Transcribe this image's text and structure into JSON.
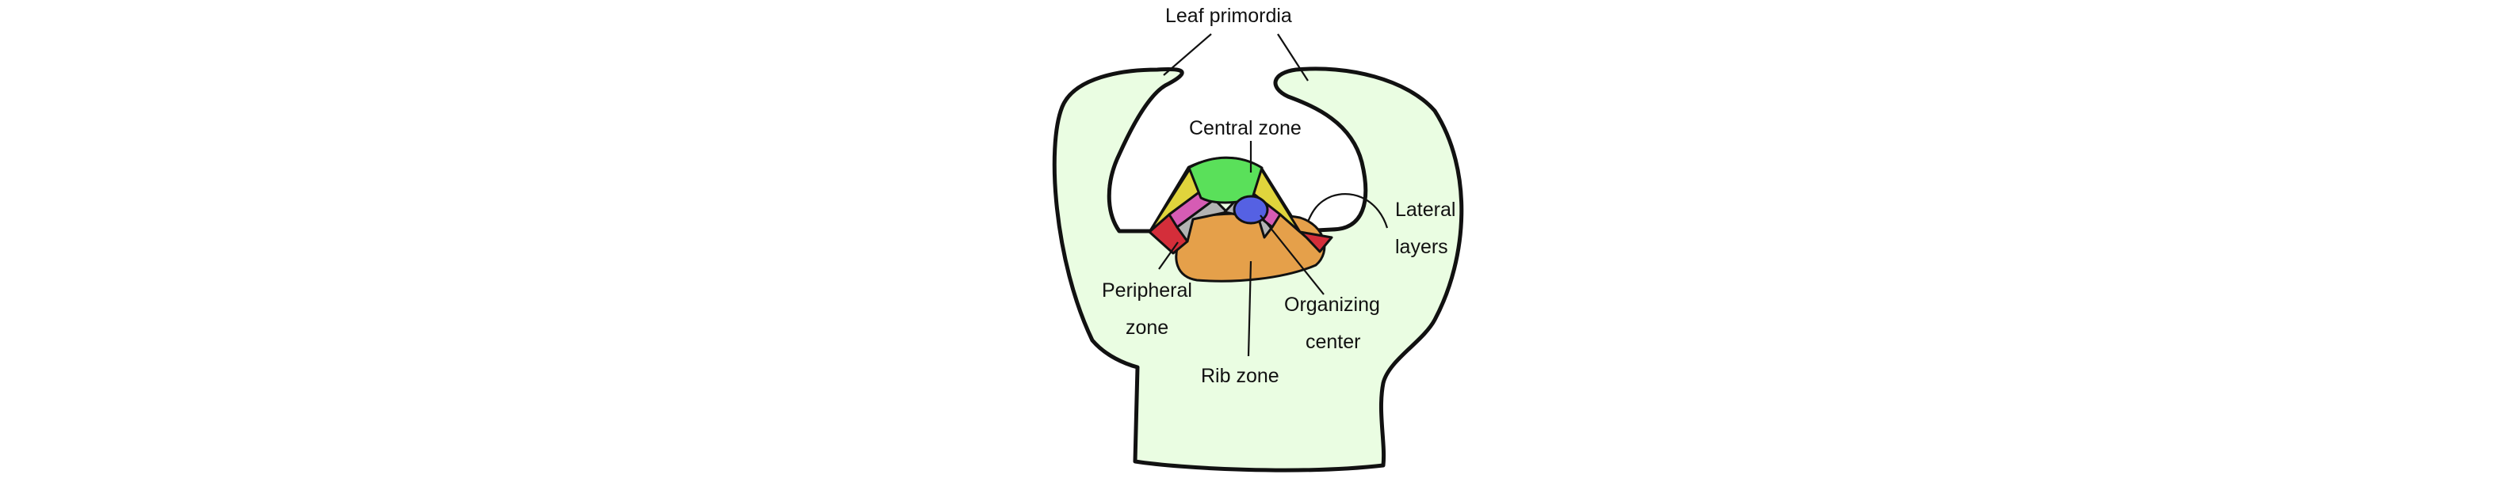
{
  "labels": {
    "leaf_primordia": "Leaf primordia",
    "central_zone": "Central zone",
    "lateral_layers_1": "Lateral",
    "lateral_layers_2": "layers",
    "peripheral_zone_1": "Peripheral",
    "peripheral_zone_2": "zone",
    "organizing_center_1": "Organizing",
    "organizing_center_2": "center",
    "rib_zone": "Rib zone"
  },
  "colors": {
    "tissue": "#eafde2",
    "central_zone": "#5ae05a",
    "organizing_center": "#5561e3",
    "rib_zone": "#e5a04a",
    "peripheral_red": "#d42e3a",
    "layer_yellow": "#e0d43c",
    "layer_pink": "#d65cb4",
    "layer_gray": "#b3b3b3",
    "outline": "#111111"
  }
}
